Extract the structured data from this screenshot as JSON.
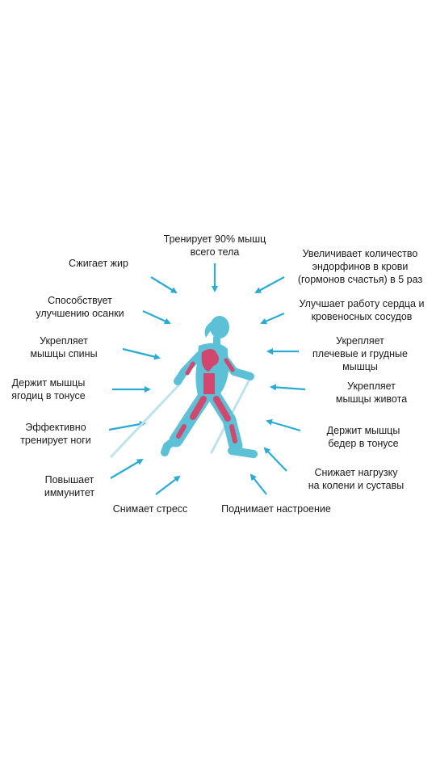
{
  "colors": {
    "arrow": "#29abd6",
    "body": "#5cc0d6",
    "muscle": "#d2476e",
    "pole": "#bfe3ee"
  },
  "labels": {
    "full_body": [
      "Тренирует 90% мышц",
      "всего тела"
    ],
    "burns_fat": [
      "Сжигает жир"
    ],
    "endorphins": [
      "Увеличивает количество",
      "эндорфинов в крови",
      "(гормонов счастья) в 5 раз"
    ],
    "posture": [
      "Способствует",
      "улучшению осанки"
    ],
    "heart": [
      "Улучшает работу сердца и",
      "кровеносных сосудов"
    ],
    "back": [
      "Укрепляет",
      "мышцы спины"
    ],
    "chest": [
      "Укрепляет",
      "плечевые и грудные",
      "мышцы"
    ],
    "glutes": [
      "Держит мышцы",
      "ягодиц в тонусе"
    ],
    "abs": [
      "Укрепляет",
      "мышцы живота"
    ],
    "legs": [
      "Эффективно",
      "тренирует ноги"
    ],
    "thighs": [
      "Держит мышцы",
      "бедер в тонусе"
    ],
    "immunity": [
      "Повышает",
      "иммунитет"
    ],
    "joints": [
      "Снижает нагрузку",
      "на колени и суставы"
    ],
    "stress": [
      "Снимает стресс"
    ],
    "mood": [
      "Поднимает настроение"
    ]
  }
}
